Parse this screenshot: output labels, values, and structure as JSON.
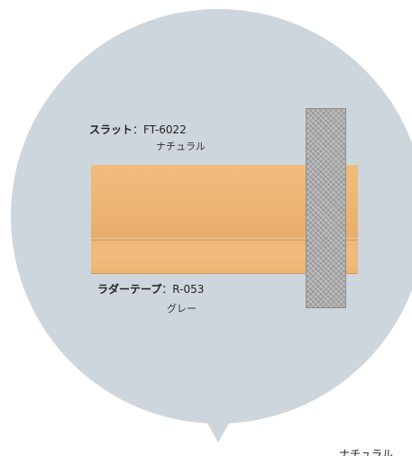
{
  "slat": {
    "title": "スラット",
    "separator": "：",
    "code": "FT-6022",
    "color_name": "ナチュラル"
  },
  "ladder_tape": {
    "title": "ラダーテープ",
    "separator": "：",
    "code": "R-053",
    "color_name": "グレー"
  },
  "bottom_caption": "ナチュラル",
  "colors": {
    "bubble": "#cdd6dc",
    "slat": "#eeb675",
    "tape": "#a9a9a9",
    "text": "#222222"
  }
}
